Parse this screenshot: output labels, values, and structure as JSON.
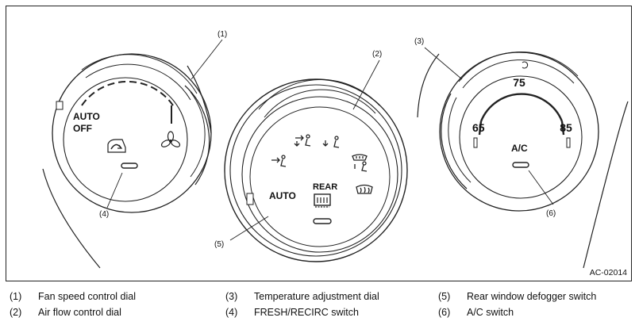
{
  "figure": {
    "code": "AC-02014",
    "fan_dial": {
      "auto_label": "AUTO",
      "off_label": "OFF",
      "callout_1": "(1)",
      "callout_4": "(4)"
    },
    "airflow_dial": {
      "auto_label": "AUTO",
      "rear_label": "REAR",
      "callout_2": "(2)",
      "callout_5": "(5)"
    },
    "temp_dial": {
      "t_low": "65",
      "t_mid": "75",
      "t_high": "85",
      "ac_label": "A/C",
      "callout_3": "(3)",
      "callout_6": "(6)"
    }
  },
  "legend": [
    {
      "num": "(1)",
      "text": "Fan speed control dial"
    },
    {
      "num": "(2)",
      "text": "Air flow control dial"
    },
    {
      "num": "(3)",
      "text": "Temperature adjustment dial"
    },
    {
      "num": "(4)",
      "text": "FRESH/RECIRC switch"
    },
    {
      "num": "(5)",
      "text": "Rear window defogger switch"
    },
    {
      "num": "(6)",
      "text": "A/C switch"
    }
  ]
}
